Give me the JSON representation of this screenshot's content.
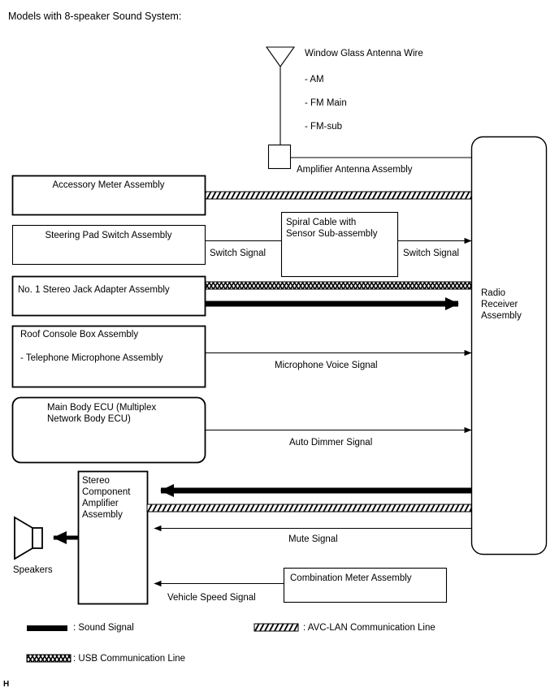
{
  "page": {
    "title": "Models with 8-speaker Sound System:",
    "corner_mark": "H"
  },
  "antenna": {
    "icon": "antenna-triangle-icon",
    "label": "Window Glass Antenna Wire",
    "bands": [
      "- AM",
      "- FM Main",
      "- FM-sub"
    ],
    "amplifier_label": "Amplifier Antenna Assembly"
  },
  "blocks": {
    "accessory_meter": "Accessory Meter Assembly",
    "steering_pad": "Steering Pad Switch Assembly",
    "stereo_jack": "No. 1 Stereo Jack Adapter Assembly",
    "roof_console_line1": "Roof Console Box Assembly",
    "roof_console_line2": "- Telephone Microphone Assembly",
    "main_body_ecu_line1": "Main Body ECU (Multiplex",
    "main_body_ecu_line2": "Network Body ECU)",
    "spiral_cable_line1": "Spiral Cable with",
    "spiral_cable_line2": "Sensor Sub-assembly",
    "radio_receiver_line1": "Radio",
    "radio_receiver_line2": "Receiver",
    "radio_receiver_line3": "Assembly",
    "stereo_amp_line1": "Stereo",
    "stereo_amp_line2": "Component",
    "stereo_amp_line3": "Amplifier",
    "stereo_amp_line4": "Assembly",
    "combination_meter": "Combination Meter Assembly",
    "speakers": "Speakers"
  },
  "signals": {
    "switch_signal_left": "Switch Signal",
    "switch_signal_right": "Switch Signal",
    "microphone_voice": "Microphone Voice Signal",
    "auto_dimmer": "Auto Dimmer Signal",
    "mute": "Mute Signal",
    "vehicle_speed": "Vehicle Speed Signal"
  },
  "legend": {
    "items": [
      {
        "pattern": "sound-signal-swatch",
        "label": ": Sound Signal"
      },
      {
        "pattern": "avc-lan-swatch",
        "label": ": AVC-LAN Communication Line"
      },
      {
        "pattern": "usb-swatch",
        "label": ": USB Communication Line"
      }
    ]
  },
  "colors": {
    "line": "#000000",
    "background": "#ffffff",
    "fill": "#ffffff"
  }
}
